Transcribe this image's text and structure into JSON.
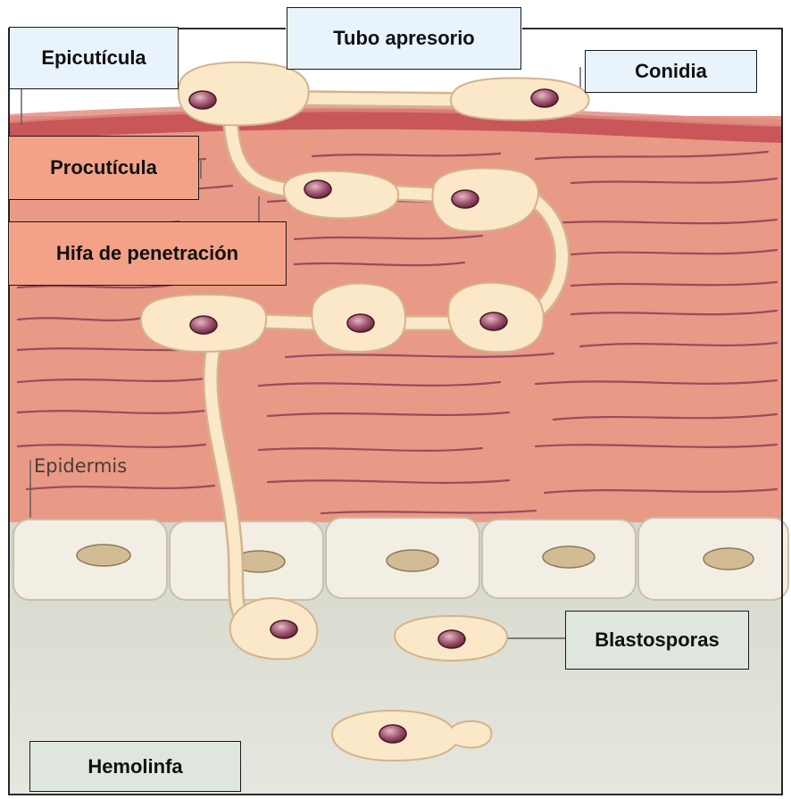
{
  "diagram": {
    "labels": {
      "epicuticula": "Epicutícula",
      "tubo_apresorio": "Tubo apresorio",
      "conidia": "Conidia",
      "procuticula": "Procutícula",
      "hifa": "Hifa de penetración",
      "epidermis": "Epidermis",
      "blastosporas": "Blastosporas",
      "hemolinfa": "Hemolinfa"
    }
  },
  "colors": {
    "procuticula_fill": "#e89a86",
    "fiber_stroke": "#8e3d5a",
    "epicuticula_band": "#c9575a",
    "epidermis_cell": "#f3eee4",
    "hemolymph": "#d9dccf",
    "fungus_fill": "#fbe8c8",
    "nucleus": "#a0566f",
    "label_blue": "#e9f3fb",
    "label_salmon": "#f3a288",
    "label_gray": "#dfe6dd"
  }
}
